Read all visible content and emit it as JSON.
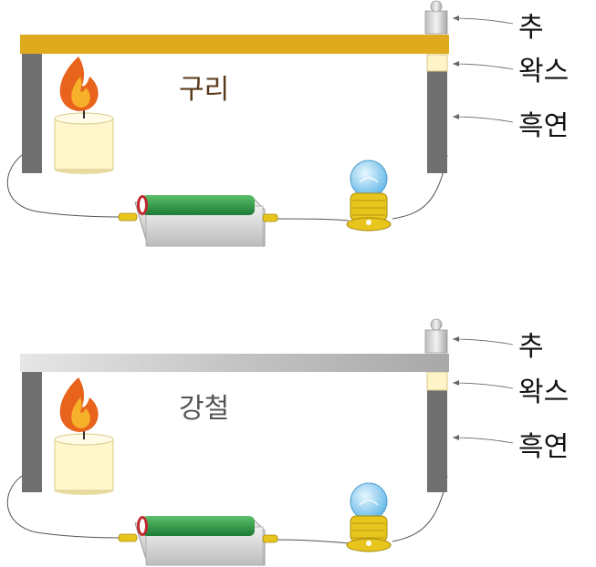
{
  "panels": [
    {
      "metal_name": "구리",
      "rod_color": "#e0aa1e",
      "metal_text_color": "#5a3a1a",
      "labels": {
        "weight": "추",
        "wax": "왁스",
        "graphite": "흑연"
      }
    },
    {
      "metal_name": "강철",
      "rod_color": "#b8b8b8",
      "metal_text_color": "#555555",
      "labels": {
        "weight": "추",
        "wax": "왁스",
        "graphite": "흑연"
      }
    }
  ],
  "colors": {
    "support": "#707070",
    "wax": "#fff3c8",
    "weight": "#d8d8d8",
    "candle": "#fff6cc",
    "flame_outer": "#e8631c",
    "flame_inner": "#f7b02a",
    "battery_green": "#2e9e4a",
    "battery_body": "#dcdcdc",
    "bulb_glass": "#9fd7f5",
    "bulb_base": "#e8c51d"
  },
  "icons": [
    "flame-icon",
    "candle-icon",
    "battery-icon",
    "bulb-icon",
    "weight-icon"
  ]
}
